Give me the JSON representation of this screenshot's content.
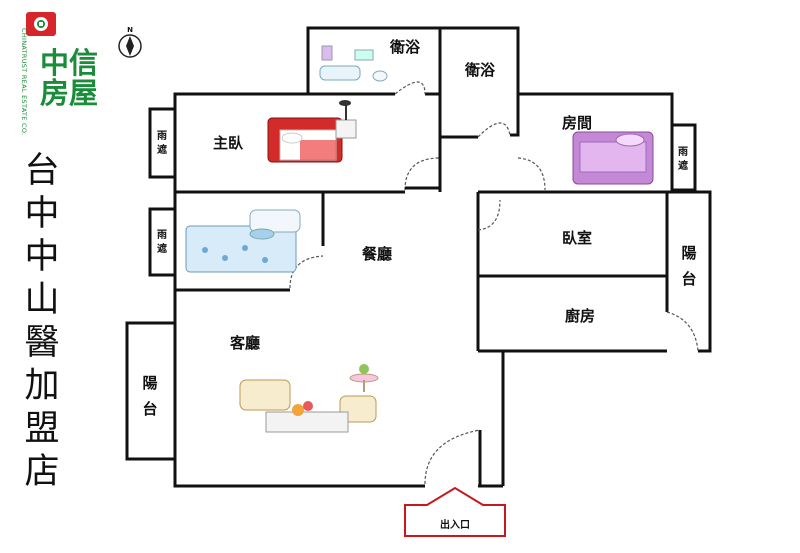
{
  "logo": {
    "name": "中信房屋",
    "name_line1": "中信",
    "name_line2": "房屋",
    "english": "CHINATRUST REAL ESTATE CO.",
    "green": "#1a8c3a",
    "red": "#d7262b"
  },
  "compass": {
    "label": "N"
  },
  "store_name": [
    "台",
    "中",
    "中",
    "山",
    "醫",
    "加",
    "盟",
    "店"
  ],
  "rooms": {
    "bath1": "衛浴",
    "bath2": "衛浴",
    "master_bedroom": "主臥",
    "bedroom_room": "房間",
    "bedroom": "臥室",
    "dining": "餐廳",
    "kitchen": "廚房",
    "living": "客廳",
    "balcony_left": "陽台",
    "balcony_right": "陽台",
    "awning_1": "雨遮",
    "awning_2": "雨遮",
    "awning_3": "雨遮"
  },
  "entrance": "出入口",
  "colors": {
    "wall": "#111111",
    "entrance_arrow": "#c8171d"
  }
}
